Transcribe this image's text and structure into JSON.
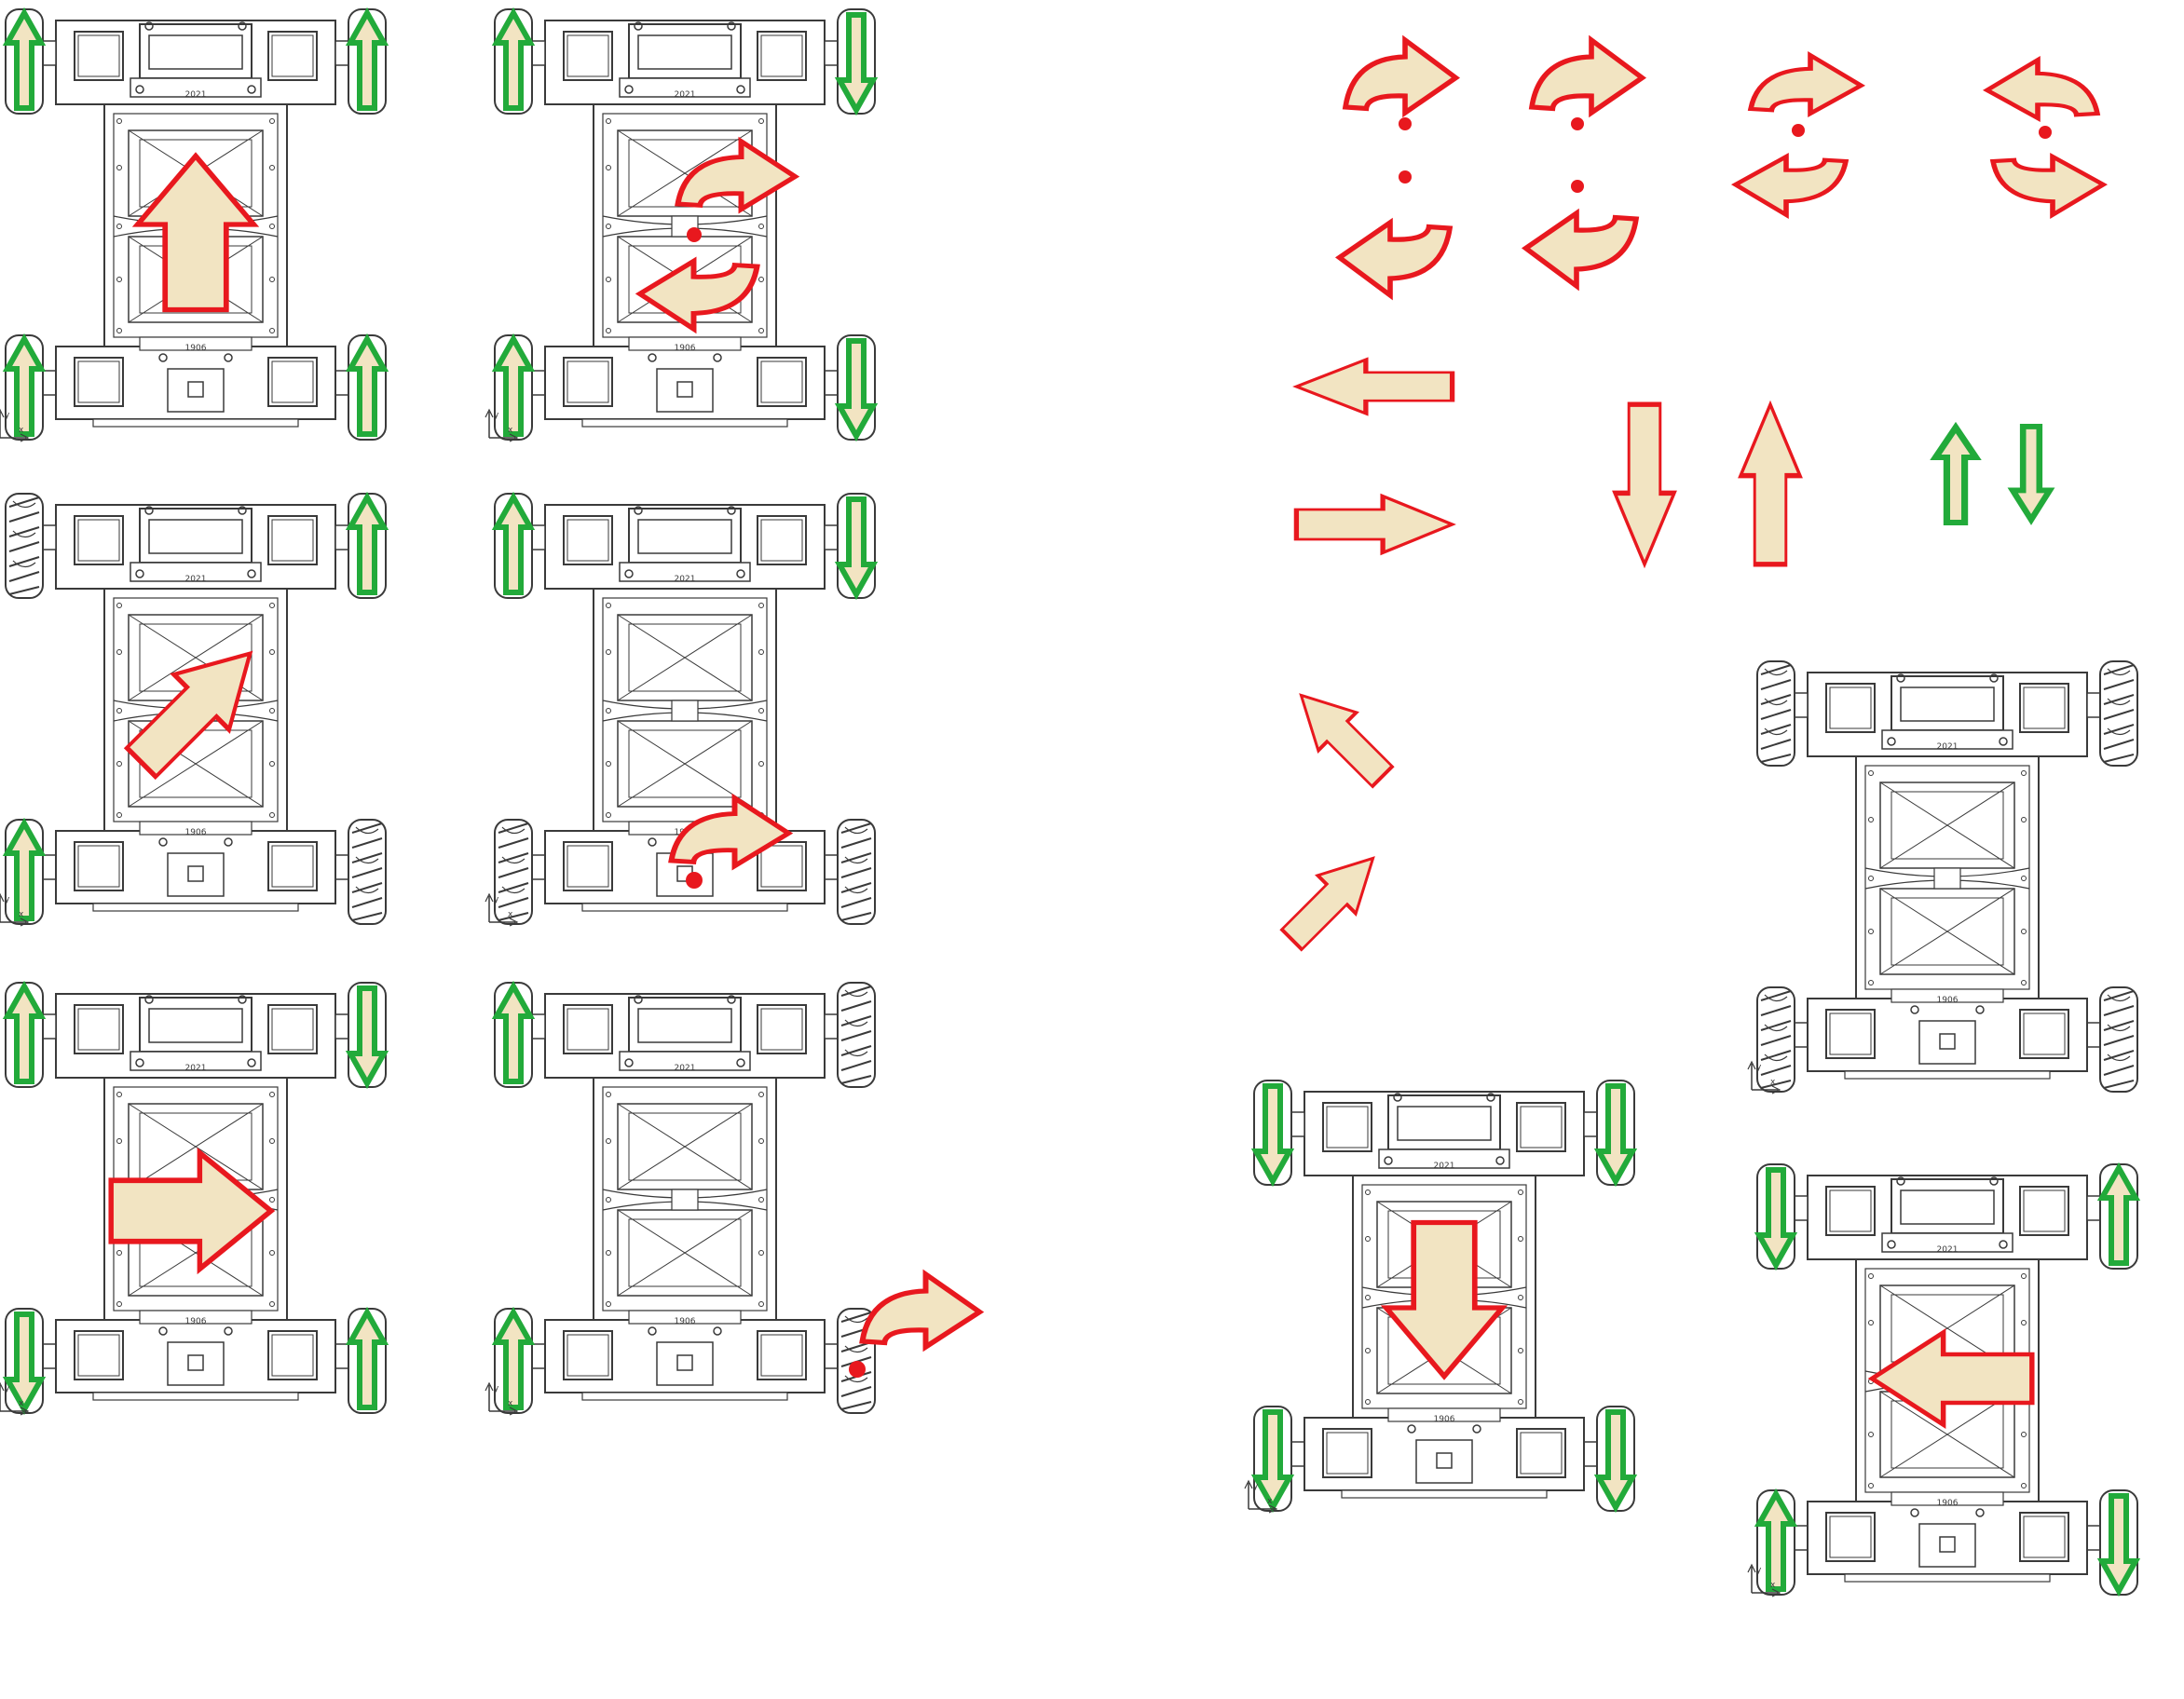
{
  "colors": {
    "arrow_fill": "#f2e4c2",
    "arrow_stroke": "#e8181e",
    "wheel_arrow_fill": "#f2e4c2",
    "wheel_arrow_stroke": "#22aa3a",
    "line": "#3a3a3a",
    "background": "#ffffff"
  },
  "labels": {
    "chassis_front_code": "2021",
    "chassis_rear_code": "1906",
    "axis_y": "y",
    "axis_x": "x"
  },
  "diagrams": [
    {
      "id": "forward",
      "wheels": [
        "up",
        "up",
        "up",
        "up"
      ],
      "motion": "arrow-up"
    },
    {
      "id": "rotate-center",
      "wheels": [
        "up",
        "down",
        "up",
        "down"
      ],
      "motion": "rotate-center"
    },
    {
      "id": "diagonal",
      "wheels": [
        "tread",
        "up",
        "up",
        "tread"
      ],
      "motion": "arrow-diagonal"
    },
    {
      "id": "rotate-rear",
      "wheels": [
        "up",
        "down",
        "tread",
        "tread"
      ],
      "motion": "rotate-rear"
    },
    {
      "id": "strafe-right",
      "wheels": [
        "up",
        "down",
        "down",
        "up"
      ],
      "motion": "arrow-right"
    },
    {
      "id": "pivot-wheel",
      "wheels": [
        "up",
        "tread",
        "up",
        "tread"
      ],
      "motion": "pivot-wheel"
    },
    {
      "id": "plain",
      "wheels": [
        "tread",
        "tread",
        "tread",
        "tread"
      ],
      "motion": "none"
    },
    {
      "id": "backward",
      "wheels": [
        "down",
        "down",
        "down",
        "down"
      ],
      "motion": "arrow-down"
    },
    {
      "id": "strafe-left",
      "wheels": [
        "down",
        "up",
        "up",
        "down"
      ],
      "motion": "arrow-left"
    }
  ],
  "legend_icons": [
    "rotate-pair-left-icon",
    "rotate-pair-right-icon",
    "rotate-ccw-icon",
    "rotate-cw-icon",
    "arrow-left-icon",
    "arrow-right-icon",
    "arrow-down-icon",
    "arrow-up-icon",
    "wheel-arrow-up-icon",
    "wheel-arrow-down-icon",
    "arrow-up-left-icon",
    "arrow-up-right-icon"
  ]
}
